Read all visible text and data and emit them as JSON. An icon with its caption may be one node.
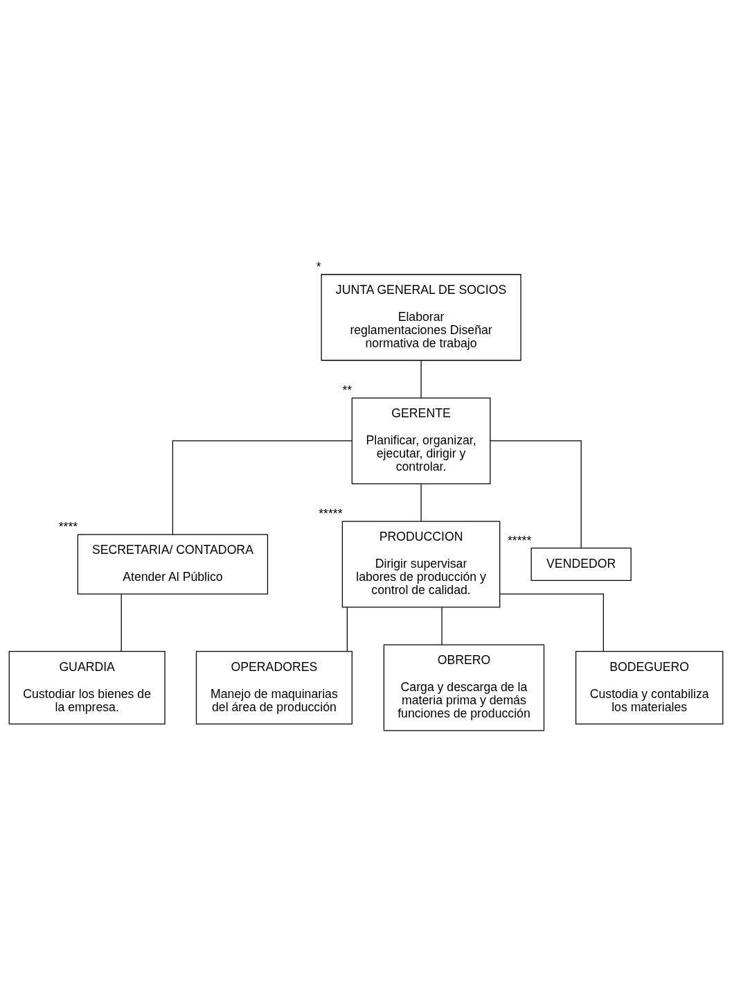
{
  "diagram": {
    "nodes": [
      {
        "text": [
          "JUNTA GENERAL DE SOCIOS",
          "Elaborar reglamentaciones Diseñar normativa de trabajo"
        ],
        "beside": [
          "*"
        ]
      },
      {
        "text": [
          "GERENTE",
          "Planificar, organizar, ejecutar, dirigir y controlar."
        ],
        "beside": [
          "**"
        ]
      },
      {
        "text": [
          "SECRETARIA/ CONTADORA",
          "Atender Al Público"
        ],
        "beside": [
          "****"
        ]
      },
      {
        "text": [
          "GUARDIA",
          "Custodiar los bienes de la empresa."
        ]
      },
      {
        "text": [
          "PRODUCCION",
          "Dirigir supervisar labores de producción y control de calidad."
        ],
        "beside": [
          "*****"
        ]
      },
      {
        "text": [
          "VENDEDOR"
        ],
        "beside": [
          "*****"
        ]
      },
      {
        "text": [
          "OPERADORES",
          "Manejo de maquinarias del área de producción"
        ]
      },
      {
        "text": [
          "OBRERO",
          "Carga y descarga de la materia prima y demás funciones de producción"
        ]
      },
      {
        "text": [
          "BODEGUERO",
          "Custodia y contabiliza los materiales"
        ]
      }
    ],
    "edges": [
      {
        "from": 0,
        "to": 1,
        "arrow": "none"
      },
      {
        "from": 1,
        "to": 2,
        "arrow": "none"
      },
      {
        "from": 2,
        "to": 3,
        "arrow": "none"
      },
      {
        "from": 1,
        "to": 4,
        "arrow": "none"
      },
      {
        "from": 1,
        "to": 5,
        "arrow": "none"
      },
      {
        "from": 4,
        "to": 6,
        "arrow": "none"
      },
      {
        "from": 4,
        "to": 7,
        "arrow": "none"
      },
      {
        "from": 4,
        "to": 8,
        "arrow": "none"
      }
    ]
  }
}
